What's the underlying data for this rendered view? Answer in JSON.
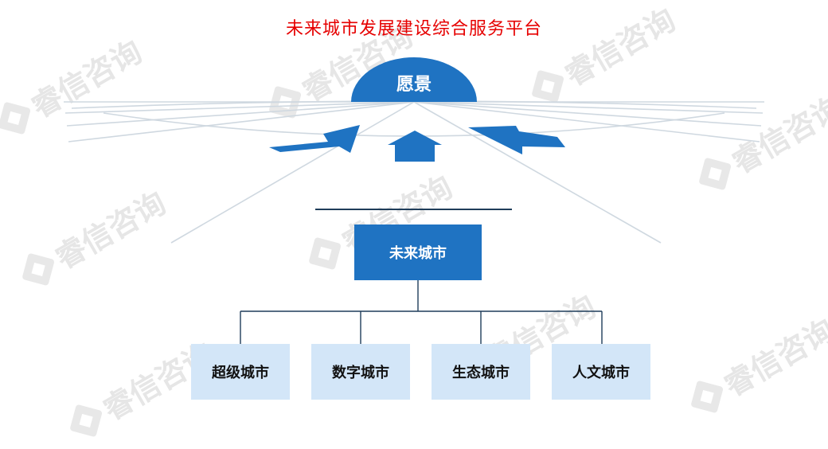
{
  "title": "未来城市发展建设综合服务平台",
  "vision": {
    "label": "愿景"
  },
  "center": {
    "label": "未来城市"
  },
  "children": [
    {
      "label": "超级城市"
    },
    {
      "label": "数字城市"
    },
    {
      "label": "生态城市"
    },
    {
      "label": "人文城市"
    }
  ],
  "watermark": {
    "text": "睿信咨询"
  },
  "colors": {
    "title": "#e60000",
    "primary_blue": "#1f73c2",
    "light_blue": "#d3e6f8",
    "line": "#1f3d5a",
    "rays": "#cfd8e0"
  }
}
